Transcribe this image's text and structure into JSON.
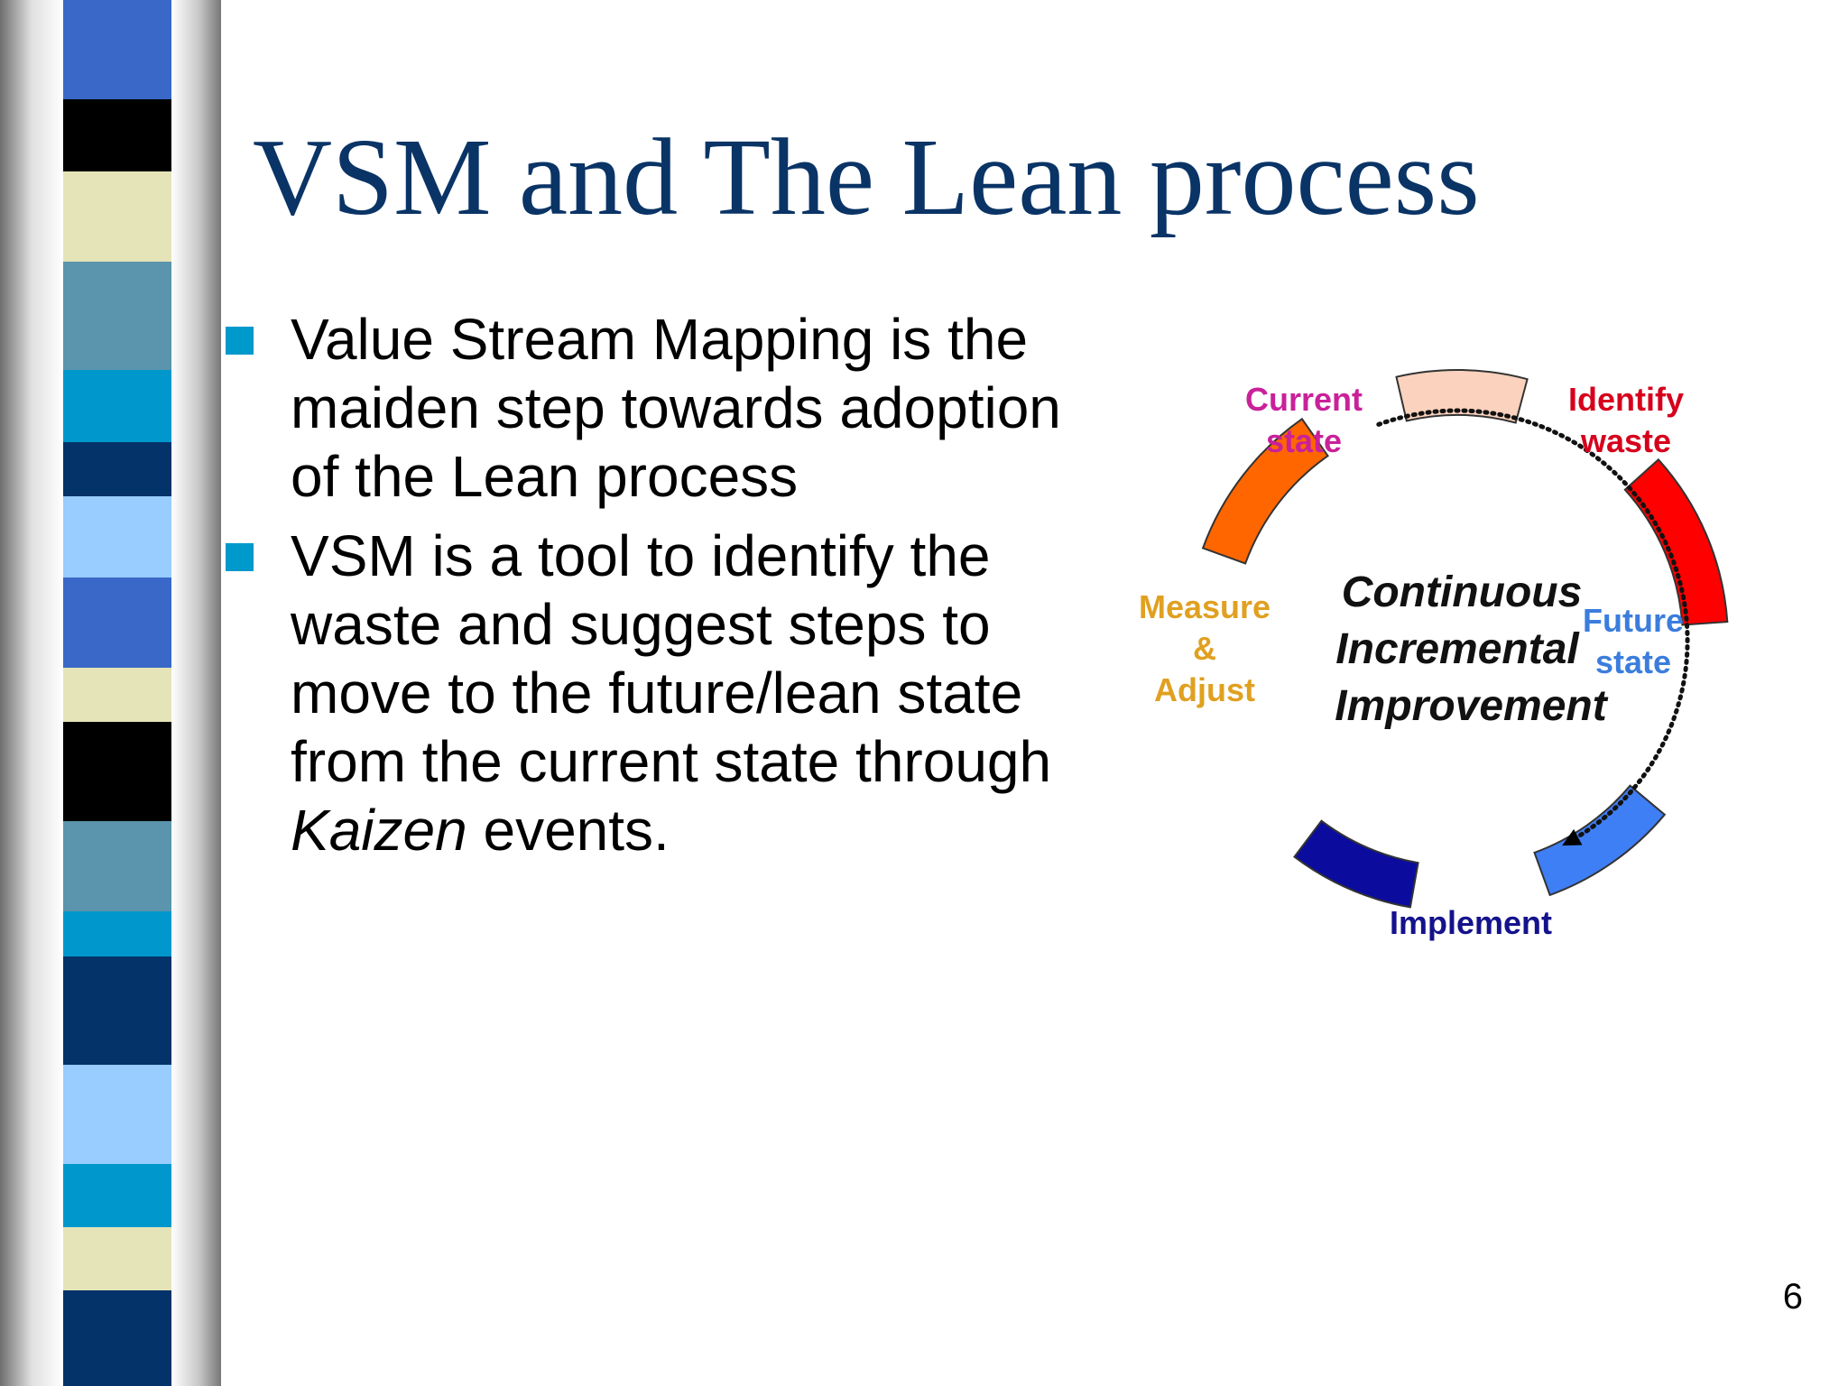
{
  "slide": {
    "title": "VSM and The Lean process",
    "page_number": "6"
  },
  "bullets": [
    {
      "text": "Value Stream Mapping is the maiden step towards adoption of the Lean process"
    },
    {
      "text_before": "VSM is a tool to identify the waste and suggest steps to move to the future/lean state from the current state through ",
      "emphasis": "Kaizen",
      "text_after": " events."
    }
  ],
  "cycle": {
    "center": [
      "Continuous",
      "Incremental",
      "Improvement"
    ],
    "stages": [
      {
        "lines": [
          "Current",
          "state"
        ],
        "color": "#c9219a",
        "segment_color": "#fbd2bd"
      },
      {
        "lines": [
          "Identify",
          "waste"
        ],
        "color": "#d6001c",
        "segment_color": "#ff0000"
      },
      {
        "lines": [
          "Future",
          "state"
        ],
        "color": "#3b7ddd",
        "segment_color": "#3f7ff5"
      },
      {
        "lines": [
          "Implement"
        ],
        "color": "#14128c",
        "segment_color": "#0b0c9e"
      },
      {
        "lines": [
          "Measure",
          "&",
          "Adjust"
        ],
        "color": "#e0a020",
        "segment_color": "#ff6600"
      }
    ]
  },
  "colors": {
    "title": "#0a3466",
    "bullet_marker": "#0099cc"
  }
}
